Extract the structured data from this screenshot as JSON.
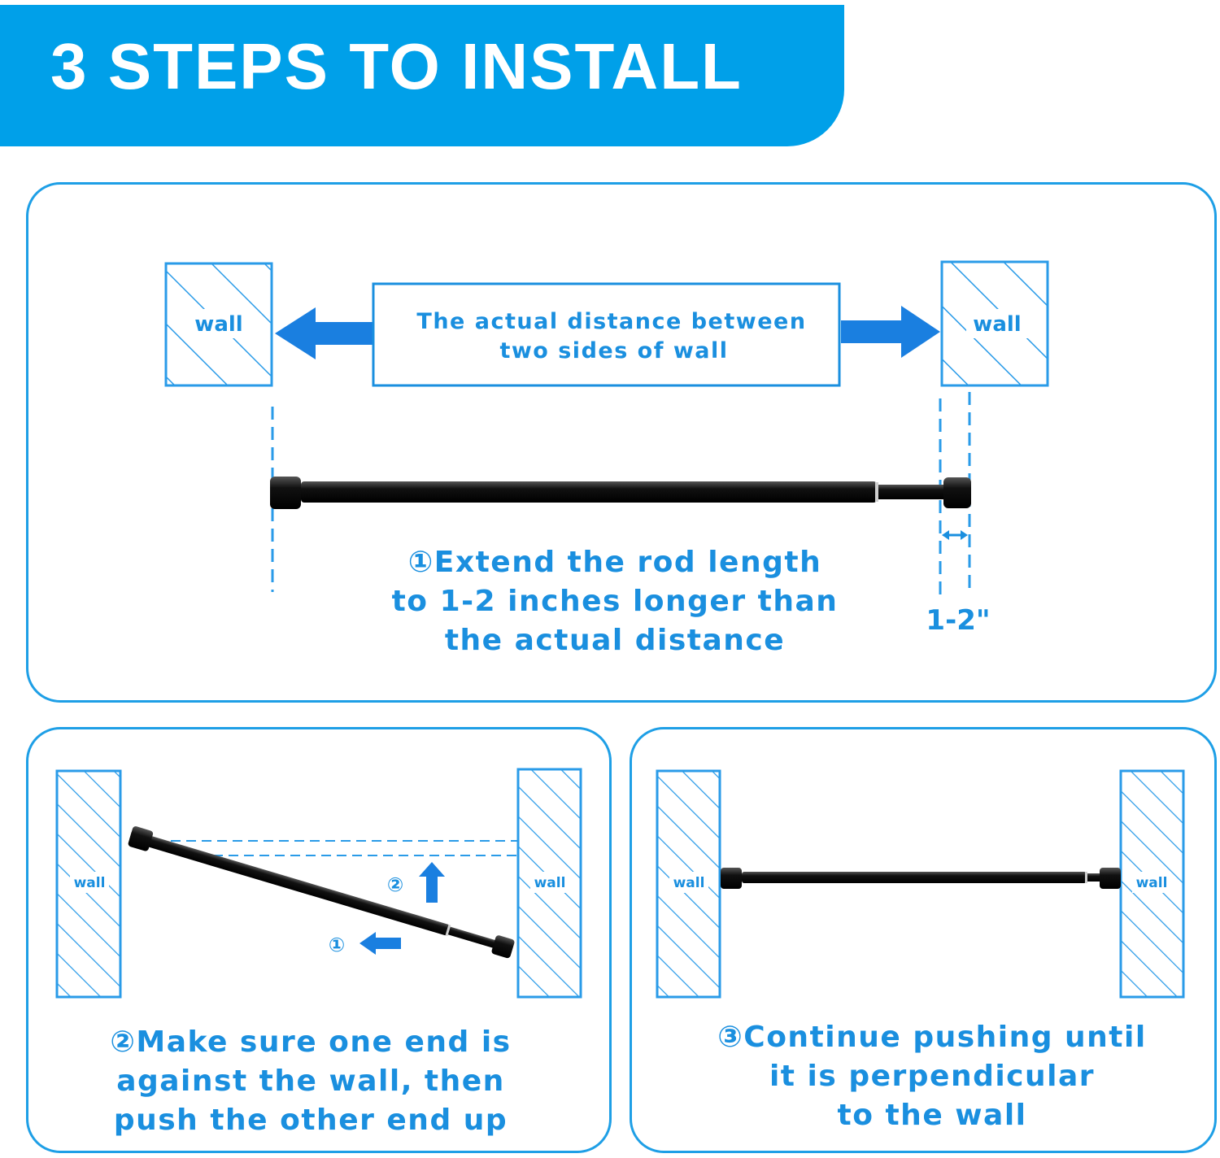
{
  "header": {
    "title": "3 STEPS TO INSTALL",
    "background_color": "#00a0e9",
    "text_color": "#ffffff"
  },
  "accent_color": "#1a8fdf",
  "step1": {
    "wall_label": "wall",
    "distance_box_line1": "The actual distance between",
    "distance_box_line2": "two sides of wall",
    "marker": "①",
    "caption_line1": "Extend the rod length",
    "caption_line2": "to 1-2 inches longer than",
    "caption_line3": "the actual distance",
    "extra_length_label": "1-2\""
  },
  "step2": {
    "wall_label": "wall",
    "sub_marker_up": "②",
    "sub_marker_left": "①",
    "marker": "②",
    "caption_line1": "Make sure one end is",
    "caption_line2": "against the wall, then",
    "caption_line3": "push the other end up"
  },
  "step3": {
    "wall_label": "wall",
    "marker": "③",
    "caption_line1": "Continue pushing until",
    "caption_line2": "it is perpendicular",
    "caption_line3": "to the wall"
  }
}
